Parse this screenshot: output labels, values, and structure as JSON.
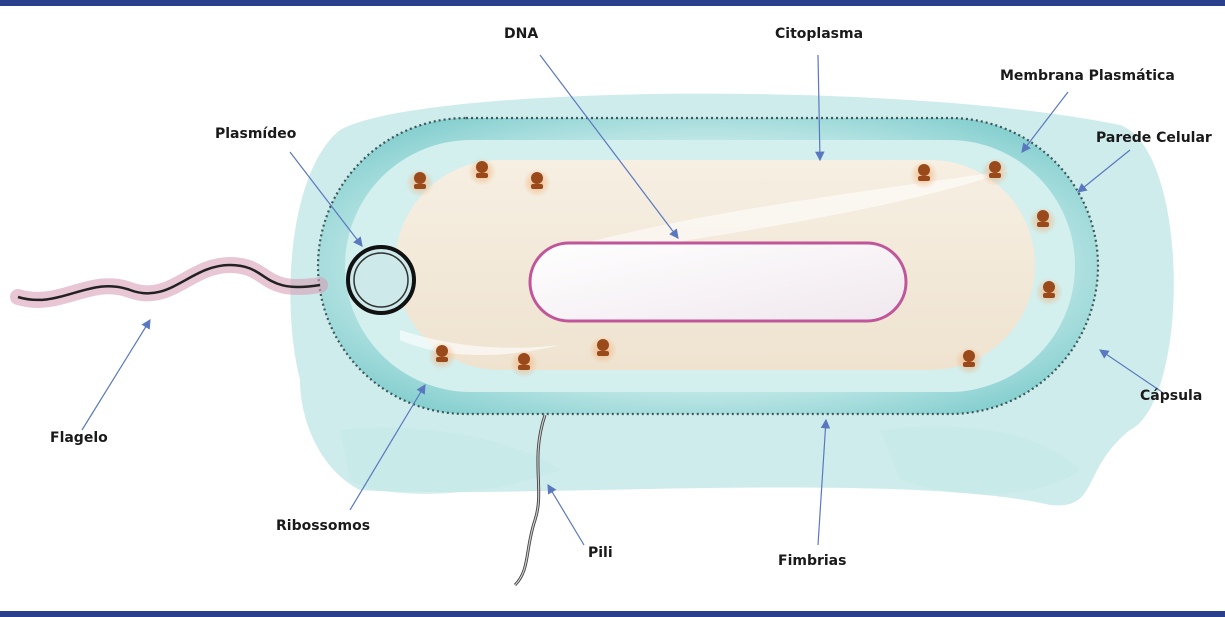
{
  "colors": {
    "frame_border": "#2b3f8f",
    "capsule": "#9fd8d8",
    "membrane": "#c8ecec",
    "cytoplasm": "#f3ecdf",
    "dna": "#c0559a",
    "flagellum_glow": "#d9a0b8",
    "ribosome": "#9a4a1a",
    "arrow": "#5a78c0"
  },
  "labels": {
    "dna": "DNA",
    "citoplasma": "Citoplasma",
    "membrana": "Membrana Plasmática",
    "plasmideo": "Plasmídeo",
    "parede": "Parede Celular",
    "capsula": "Cápsula",
    "flagelo": "Flagelo",
    "ribossomos": "Ribossomos",
    "pili": "Pili",
    "fimbrias": "Fimbrias"
  }
}
